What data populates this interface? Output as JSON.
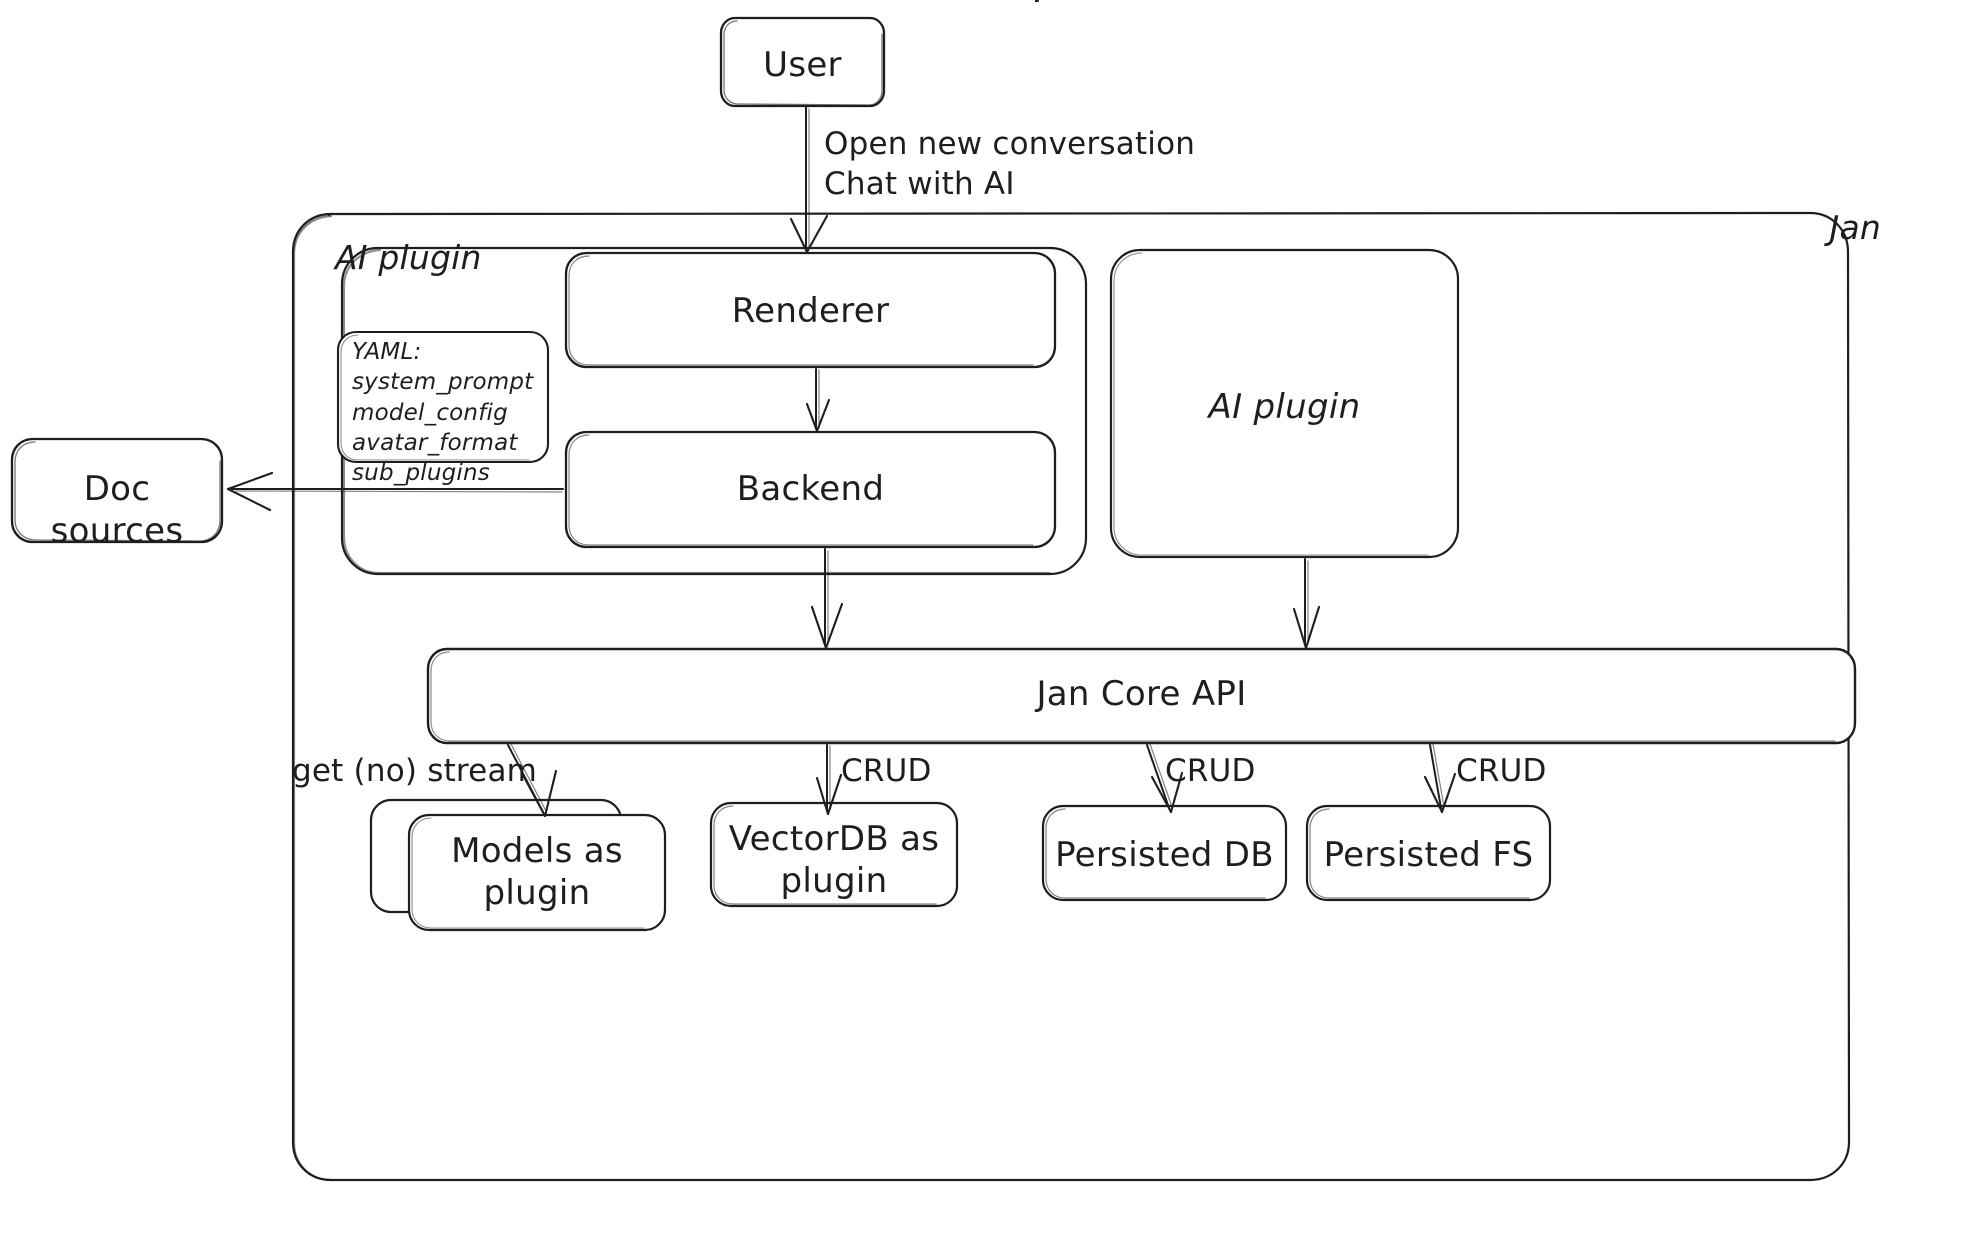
{
  "diagram": {
    "title": "Jan architecture diagram",
    "style": "hand-drawn sketch",
    "background": "#ffffff",
    "stroke_color": "#1e1e1e",
    "fill_color": "#ffffff"
  },
  "groups": {
    "jan": {
      "label": "Jan"
    },
    "ai_plugin_group": {
      "label": "AI plugin"
    }
  },
  "nodes": {
    "user": {
      "label": "User"
    },
    "renderer": {
      "label": "Renderer"
    },
    "backend": {
      "label": "Backend"
    },
    "ai_plugin": {
      "label": "AI plugin"
    },
    "doc_sources": {
      "label": "Doc sources"
    },
    "jan_core_api": {
      "label": "Jan Core API"
    },
    "models_plugin": {
      "label": "Models as\nplugin"
    },
    "vectordb_plugin": {
      "label": "VectorDB as\nplugin"
    },
    "persisted_db": {
      "label": "Persisted DB"
    },
    "persisted_fs": {
      "label": "Persisted FS"
    }
  },
  "yaml_card": {
    "heading": "YAML:",
    "keys": [
      "system_prompt",
      "model_config",
      "avatar_format",
      "sub_plugins"
    ],
    "text": "YAML:\nsystem_prompt\nmodel_config\navatar_format\nsub_plugins"
  },
  "edges": [
    {
      "id": "user-to-renderer",
      "from": "user",
      "to": "renderer",
      "label": "Open new conversation\nChat with AI"
    },
    {
      "id": "renderer-to-backend",
      "from": "renderer",
      "to": "backend",
      "label": ""
    },
    {
      "id": "backend-to-doc-sources",
      "from": "backend",
      "to": "doc_sources",
      "label": ""
    },
    {
      "id": "backend-to-core-api",
      "from": "backend",
      "to": "jan_core_api",
      "label": ""
    },
    {
      "id": "ai-plugin-to-core-api",
      "from": "ai_plugin",
      "to": "jan_core_api",
      "label": ""
    },
    {
      "id": "core-api-to-models",
      "from": "jan_core_api",
      "to": "models_plugin",
      "label": "get (no) stream"
    },
    {
      "id": "core-api-to-vectordb",
      "from": "jan_core_api",
      "to": "vectordb_plugin",
      "label": "CRUD"
    },
    {
      "id": "core-api-to-persisted-db",
      "from": "jan_core_api",
      "to": "persisted_db",
      "label": "CRUD"
    },
    {
      "id": "core-api-to-persisted-fs",
      "from": "jan_core_api",
      "to": "persisted_fs",
      "label": "CRUD"
    }
  ]
}
